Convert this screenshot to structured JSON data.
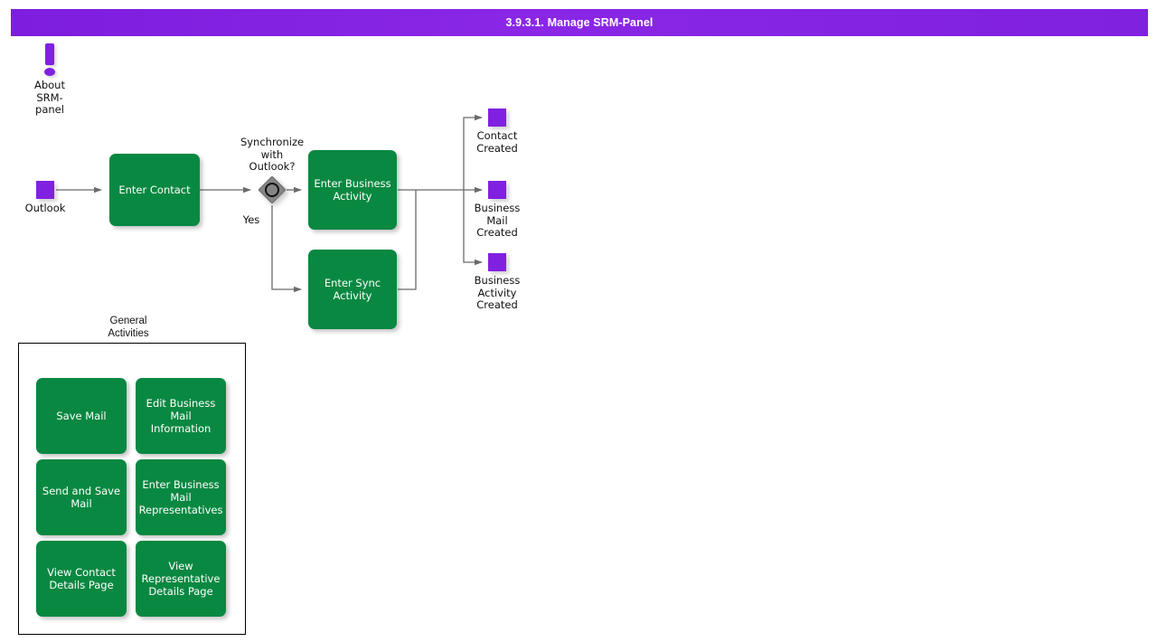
{
  "header": {
    "title": "3.9.3.1. Manage SRM-Panel",
    "bg_color_start": "#7d1ddd",
    "bg_color_end": "#7f21df",
    "text_color": "#ffffff"
  },
  "theme": {
    "task_green": "#098841",
    "event_purple": "#8020e0",
    "gateway_gray": "#808080",
    "connector_gray": "#6b6b6b",
    "text_dark": "#111111"
  },
  "annotation": {
    "icon": "exclamation-icon",
    "label": "About SRM-\npanel"
  },
  "diagram": {
    "start_event": {
      "label": "Outlook",
      "icon": "event-square"
    },
    "tasks": [
      {
        "id": "enter-contact",
        "label": "Enter Contact"
      },
      {
        "id": "enter-business-activity",
        "label": "Enter Business\nActivity"
      },
      {
        "id": "enter-sync-activity",
        "label": "Enter Sync\nActivity"
      }
    ],
    "gateway": {
      "id": "synchronize-with-outlook",
      "icon": "event-based-gateway-icon",
      "question": "Synchronize\nwith\nOutlook?",
      "branch_label": "Yes"
    },
    "end_events": [
      {
        "id": "contact-created",
        "label": "Contact\nCreated"
      },
      {
        "id": "business-mail-created",
        "label": "Business\nMail\nCreated"
      },
      {
        "id": "business-activity-created",
        "label": "Business\nActivity\nCreated"
      }
    ]
  },
  "group": {
    "title": "General\nActivities",
    "items": [
      {
        "id": "save-mail",
        "label": "Save Mail"
      },
      {
        "id": "edit-business-mail-information",
        "label": "Edit Business\nMail Information"
      },
      {
        "id": "send-and-save-mail",
        "label": "Send and Save\nMail"
      },
      {
        "id": "enter-business-mail-representatives",
        "label": "Enter Business\nMail\nRepresentatives"
      },
      {
        "id": "view-contact-details-page",
        "label": "View Contact\nDetails Page"
      },
      {
        "id": "view-representative-details-page",
        "label": "View\nRepresentative\nDetails Page"
      }
    ]
  }
}
